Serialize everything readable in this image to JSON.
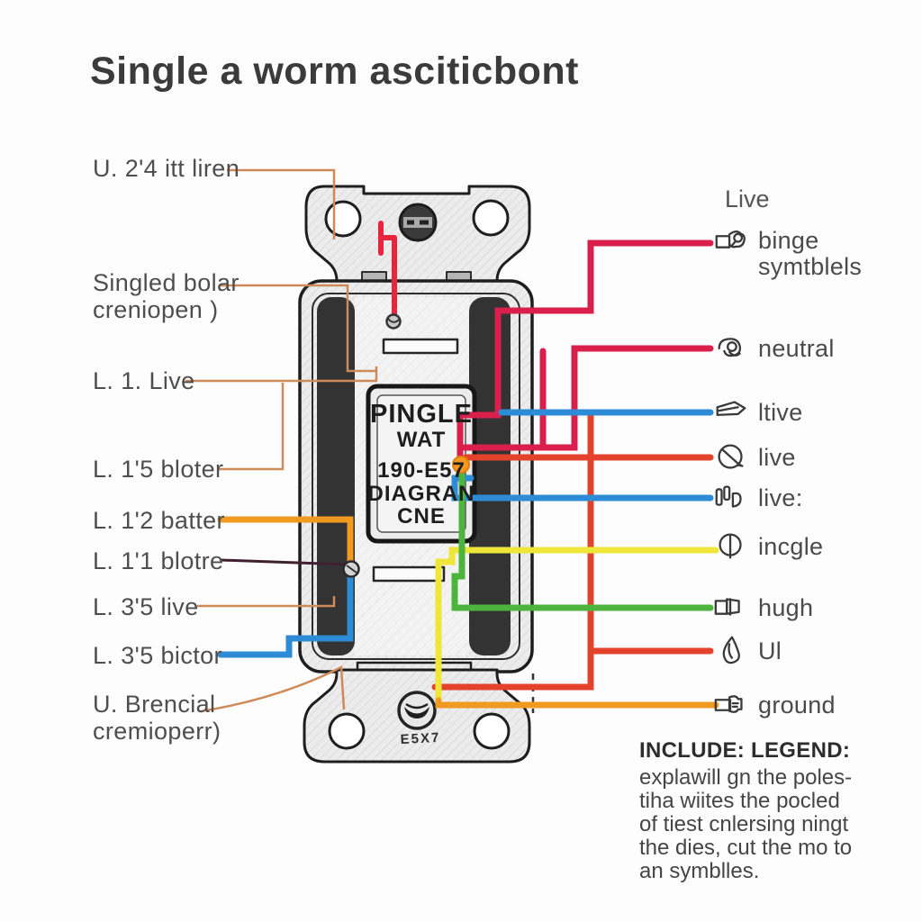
{
  "title": "Single a worm asciticbont",
  "left_labels": [
    {
      "text": "U. 2'4 itt liren"
    },
    {
      "text": "Singled bolar\ncreniopen )"
    },
    {
      "text": "L. 1. Live"
    },
    {
      "text": "L. 1'5 bloter"
    },
    {
      "text": "L. 1'2 batter"
    },
    {
      "text": "L. 1'1 blotre"
    },
    {
      "text": "L. 3'5 live"
    },
    {
      "text": "L. 3'5 bictor"
    },
    {
      "text": "U. Brencial\ncremioperr)"
    }
  ],
  "device": {
    "brand_line1": "PINGLE",
    "brand_line2": "WAT",
    "model_line1": "190-E57",
    "model_line2": "DIAGRAN",
    "model_line3": "CNE",
    "footer_code": "E5X7"
  },
  "legend": {
    "header": "Live",
    "items": [
      {
        "label": "binge\nsymtblels",
        "icon": "wire-nut-icon",
        "wire_color": "#d91f4c"
      },
      {
        "label": "neutral",
        "icon": "wire-loop-icon",
        "wire_color": "#d91f4c"
      },
      {
        "label": "ltive",
        "icon": "flag-icon",
        "wire_color": "#2e8bd6"
      },
      {
        "label": "live",
        "icon": "screw-head-icon",
        "wire_color": "#e2432a"
      },
      {
        "label": "live:",
        "icon": "terminal-pins-icon",
        "wire_color": "#2e8bd6"
      },
      {
        "label": "incgle",
        "icon": "circle-line-icon",
        "wire_color": "#efe63a"
      },
      {
        "label": "hugh",
        "icon": "plug-icon",
        "wire_color": "#4db43e"
      },
      {
        "label": "Ul",
        "icon": "droplet-icon",
        "wire_color": "#e2432a"
      },
      {
        "label": "ground",
        "icon": "clamp-icon",
        "wire_color": "#f09a22"
      }
    ]
  },
  "note": {
    "heading": "INCLUDE: LEGEND:",
    "body": "explawill gn the poles-\ntiha wiites the pocled\nof tiest cnlersing ningt\nthe dies, cut the mo to\nan symblles."
  },
  "colors": {
    "crimson_wire": "#d91f4c",
    "blue_wire": "#2e8bd6",
    "red_wire": "#e2432a",
    "yellow_wire": "#efe63a",
    "green_wire": "#4db43e",
    "orange_wire": "#f09a22",
    "top_red_wire": "#e8243f",
    "tan_leader": "#cf8a5a",
    "maroon_leader": "#402030",
    "terminal_dot": "#f59a1f",
    "device_outline": "#1e1e1e"
  }
}
